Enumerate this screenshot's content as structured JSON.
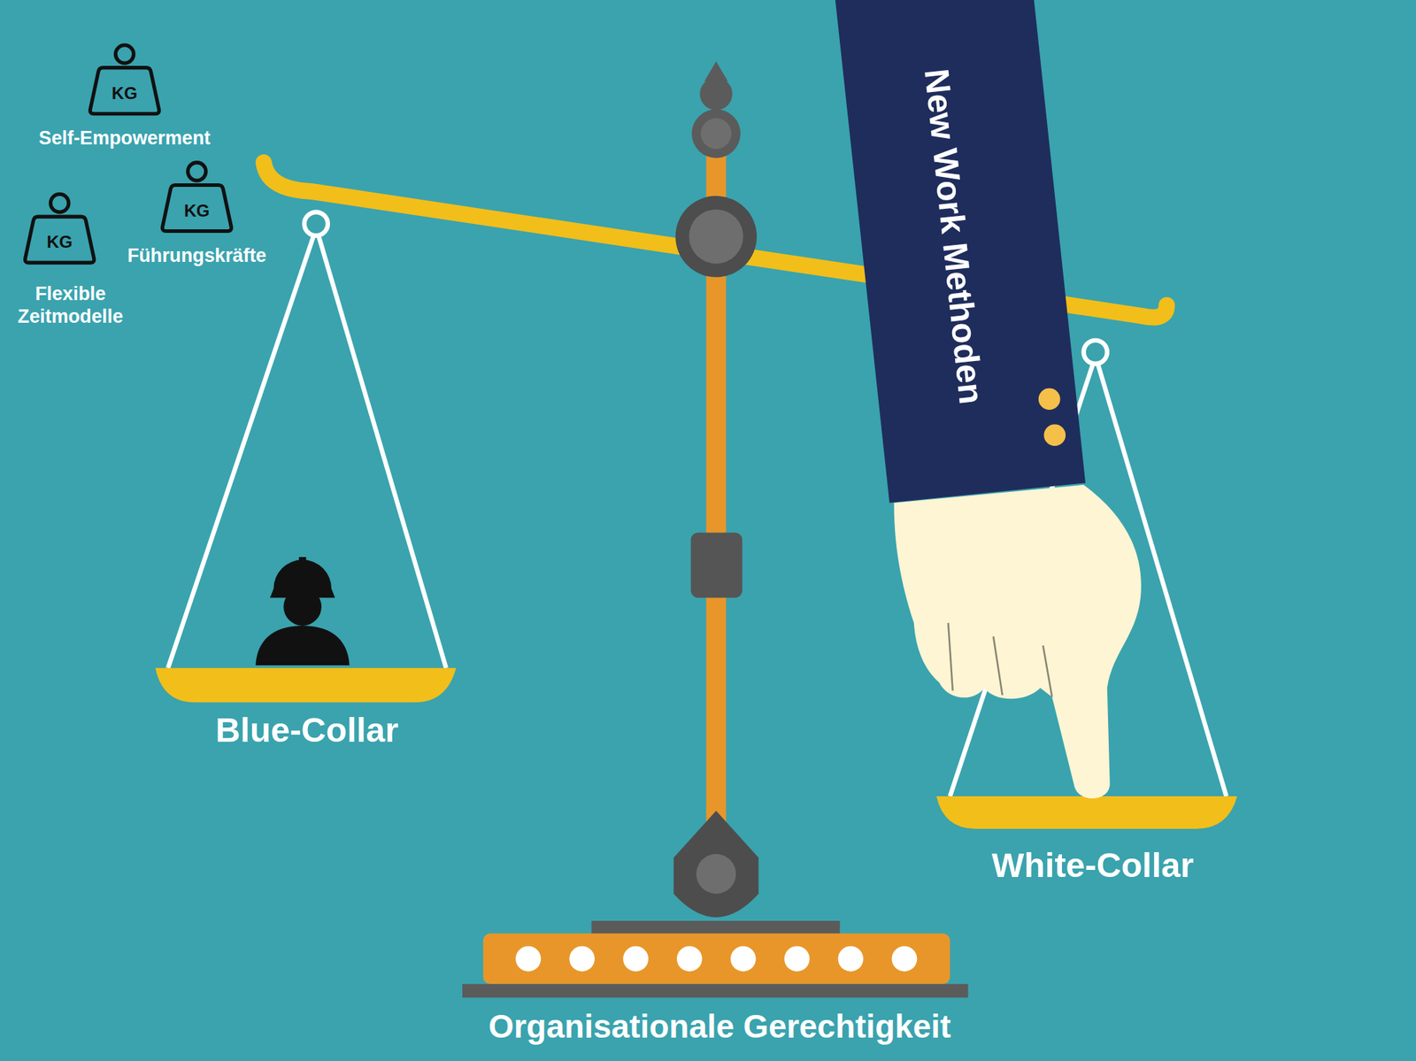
{
  "diagram": {
    "nodes": [
      {
        "text": [
          "KG",
          "Self-Empowerment"
        ]
      },
      {
        "text": [
          "KG",
          "Führungskräfte"
        ]
      },
      {
        "text": [
          "KG",
          "Flexible Zeitmodelle"
        ]
      },
      {
        "text": [
          "New Work Methoden"
        ]
      },
      {
        "text": [
          "Blue-Collar"
        ]
      },
      {
        "text": [
          "White-Collar"
        ]
      },
      {
        "text": [
          "Organisationale Gerechtigkeit"
        ]
      }
    ]
  }
}
